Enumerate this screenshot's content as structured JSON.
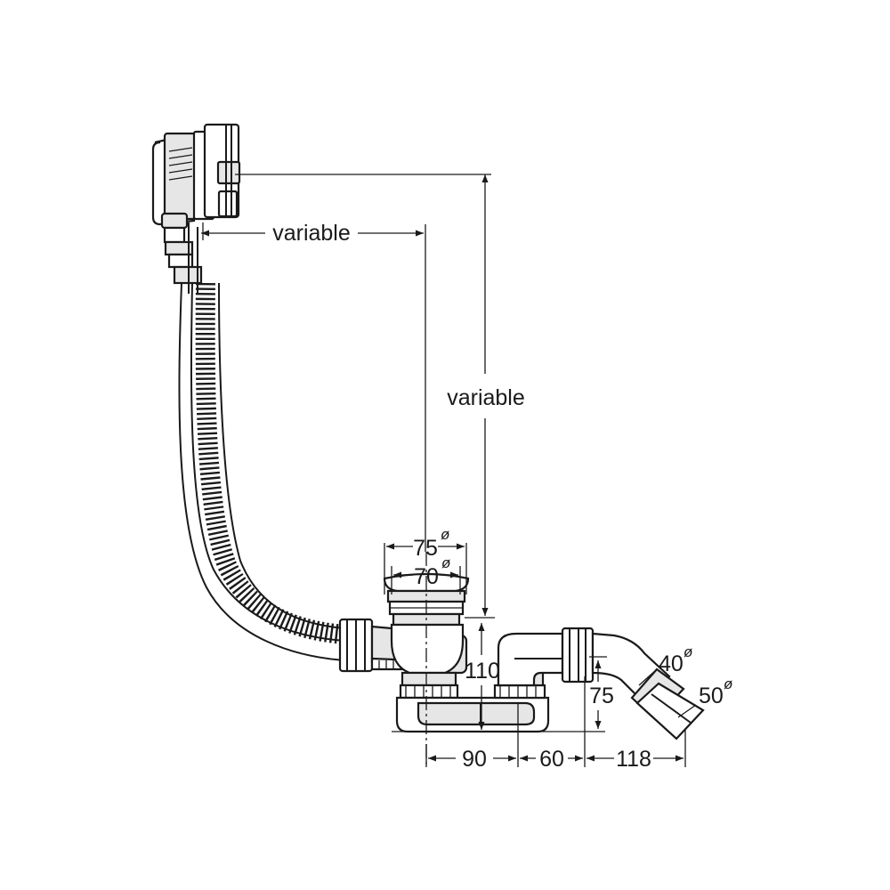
{
  "figure": {
    "labels": {
      "horizontal_length": "variable",
      "vertical_height": "variable",
      "outer_diameter": "75",
      "inner_diameter": "70",
      "waste_height": "110",
      "outlet_height": "75",
      "outlet_diameter_small": "40",
      "outlet_diameter_large": "50",
      "offset_90": "90",
      "offset_60": "60",
      "offset_118": "118",
      "diameter_symbol": "ø"
    }
  }
}
